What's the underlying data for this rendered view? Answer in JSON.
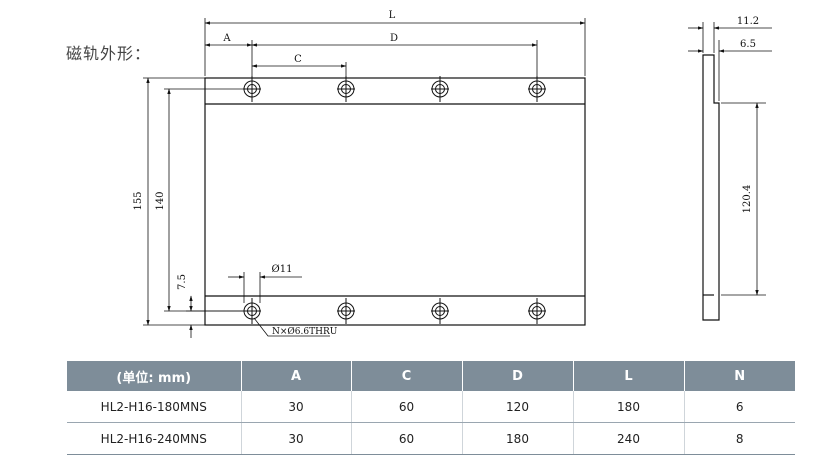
{
  "heading": "磁轨外形：",
  "dimensions": {
    "L": "L",
    "A": "A",
    "D": "D",
    "C": "C",
    "h155": "155",
    "h140": "140",
    "h7_5": "7.5",
    "dia11": "Ø11",
    "hole_note": "N×Ø6.6THRU",
    "side_11_2": "11.2",
    "side_6_5": "6.5",
    "side_120_4": "120.4"
  },
  "table": {
    "headers": [
      "(单位: mm)",
      "A",
      "C",
      "D",
      "L",
      "N"
    ],
    "rows": [
      [
        "HL2-H16-180MNS",
        "30",
        "60",
        "120",
        "180",
        "6"
      ],
      [
        "HL2-H16-240MNS",
        "30",
        "60",
        "180",
        "240",
        "8"
      ]
    ]
  }
}
